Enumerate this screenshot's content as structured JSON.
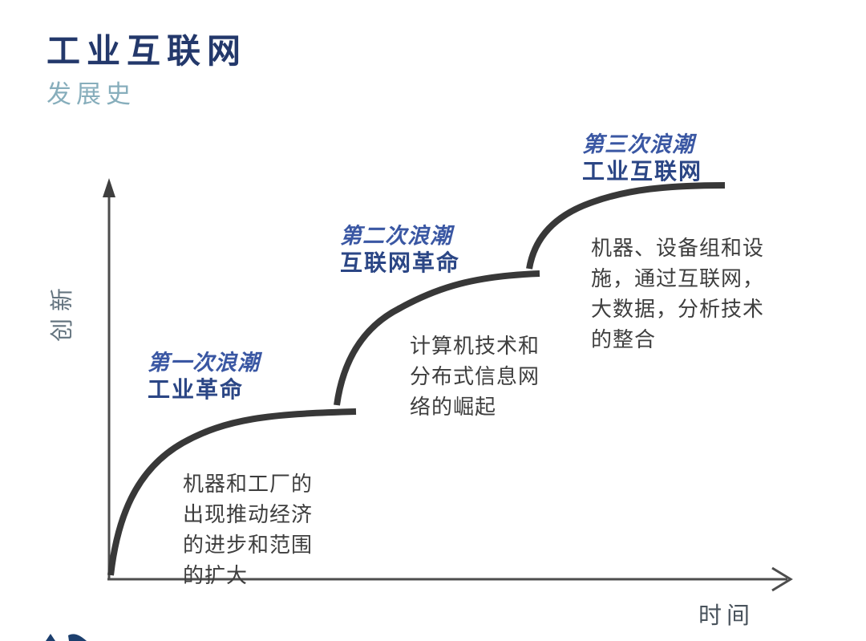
{
  "header": {
    "title": "工业互联网",
    "subtitle": "发展史"
  },
  "axes": {
    "y_label": "创新",
    "x_label": "时间"
  },
  "waves": [
    {
      "wave_title": "第一次浪潮",
      "wave_name": "工业革命",
      "description": "机器和工厂的出现推动经济的进步和范围的扩大",
      "desc_lines": [
        "机器和工厂的",
        "出现推动经济",
        "的进步和范围",
        "的扩大"
      ]
    },
    {
      "wave_title": "第二次浪潮",
      "wave_name": "互联网革命",
      "description": "计算机技术和分布式信息网络的崛起",
      "desc_lines": [
        "计算机技术和",
        "分布式信息网",
        "络的崛起"
      ]
    },
    {
      "wave_title": "第三次浪潮",
      "wave_name": "工业互联网",
      "description": "机器、设备组和设施，通过互联网，大数据，分析技术的整合",
      "desc_lines": [
        "机器、设备组和设",
        "施，通过互联网，",
        "大数据，分析技术",
        "的整合"
      ]
    }
  ],
  "colors": {
    "title_navy": "#23386b",
    "subtitle_teal": "#87aebc",
    "wave_title_blue": "#3a57a3",
    "wave_name_blue": "#2b4685",
    "description_gray": "#3e3e3e",
    "curve_gray": "#383838",
    "axis_gray": "#4d4d4d"
  }
}
